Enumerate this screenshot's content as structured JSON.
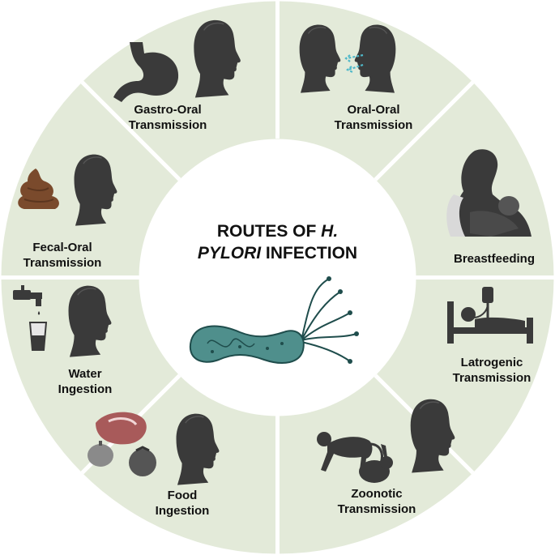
{
  "title": {
    "line1_prefix": "ROUTES OF ",
    "line1_italic": "H.",
    "line2_italic": "PYLORI",
    "line2_suffix": " INFECTION"
  },
  "segments": [
    {
      "id": "gastro-oral",
      "lines": [
        "Gastro-Oral",
        "Transmission"
      ]
    },
    {
      "id": "oral-oral",
      "lines": [
        "Oral-Oral",
        "Transmission"
      ]
    },
    {
      "id": "breastfeeding",
      "lines": [
        "Breastfeeding"
      ]
    },
    {
      "id": "latrogenic",
      "lines": [
        "Latrogenic",
        "Transmission"
      ]
    },
    {
      "id": "zoonotic",
      "lines": [
        "Zoonotic",
        "Transmission"
      ]
    },
    {
      "id": "food-ingestion",
      "lines": [
        "Food",
        "Ingestion"
      ]
    },
    {
      "id": "water-ingestion",
      "lines": [
        "Water",
        "Ingestion"
      ]
    },
    {
      "id": "fecal-oral",
      "lines": [
        "Fecal-Oral",
        "Transmission"
      ]
    }
  ],
  "colors": {
    "ring": "#e3ead9",
    "divider": "#ffffff",
    "silhouette": "#3a3a3a",
    "bacterium": "#4f8f8c",
    "bacterium_dark": "#1f4d4c",
    "breath": "#4fb8c9"
  },
  "icons": [
    "stomach-icon",
    "head-silhouette-icon",
    "breath-arrows-icon",
    "mother-baby-icon",
    "hospital-bed-icon",
    "iv-drip-icon",
    "monkey-icon",
    "rabbit-icon",
    "meat-icon",
    "pumpkin-icon",
    "tomato-icon",
    "faucet-icon",
    "water-glass-icon",
    "feces-icon",
    "bacterium-icon"
  ]
}
